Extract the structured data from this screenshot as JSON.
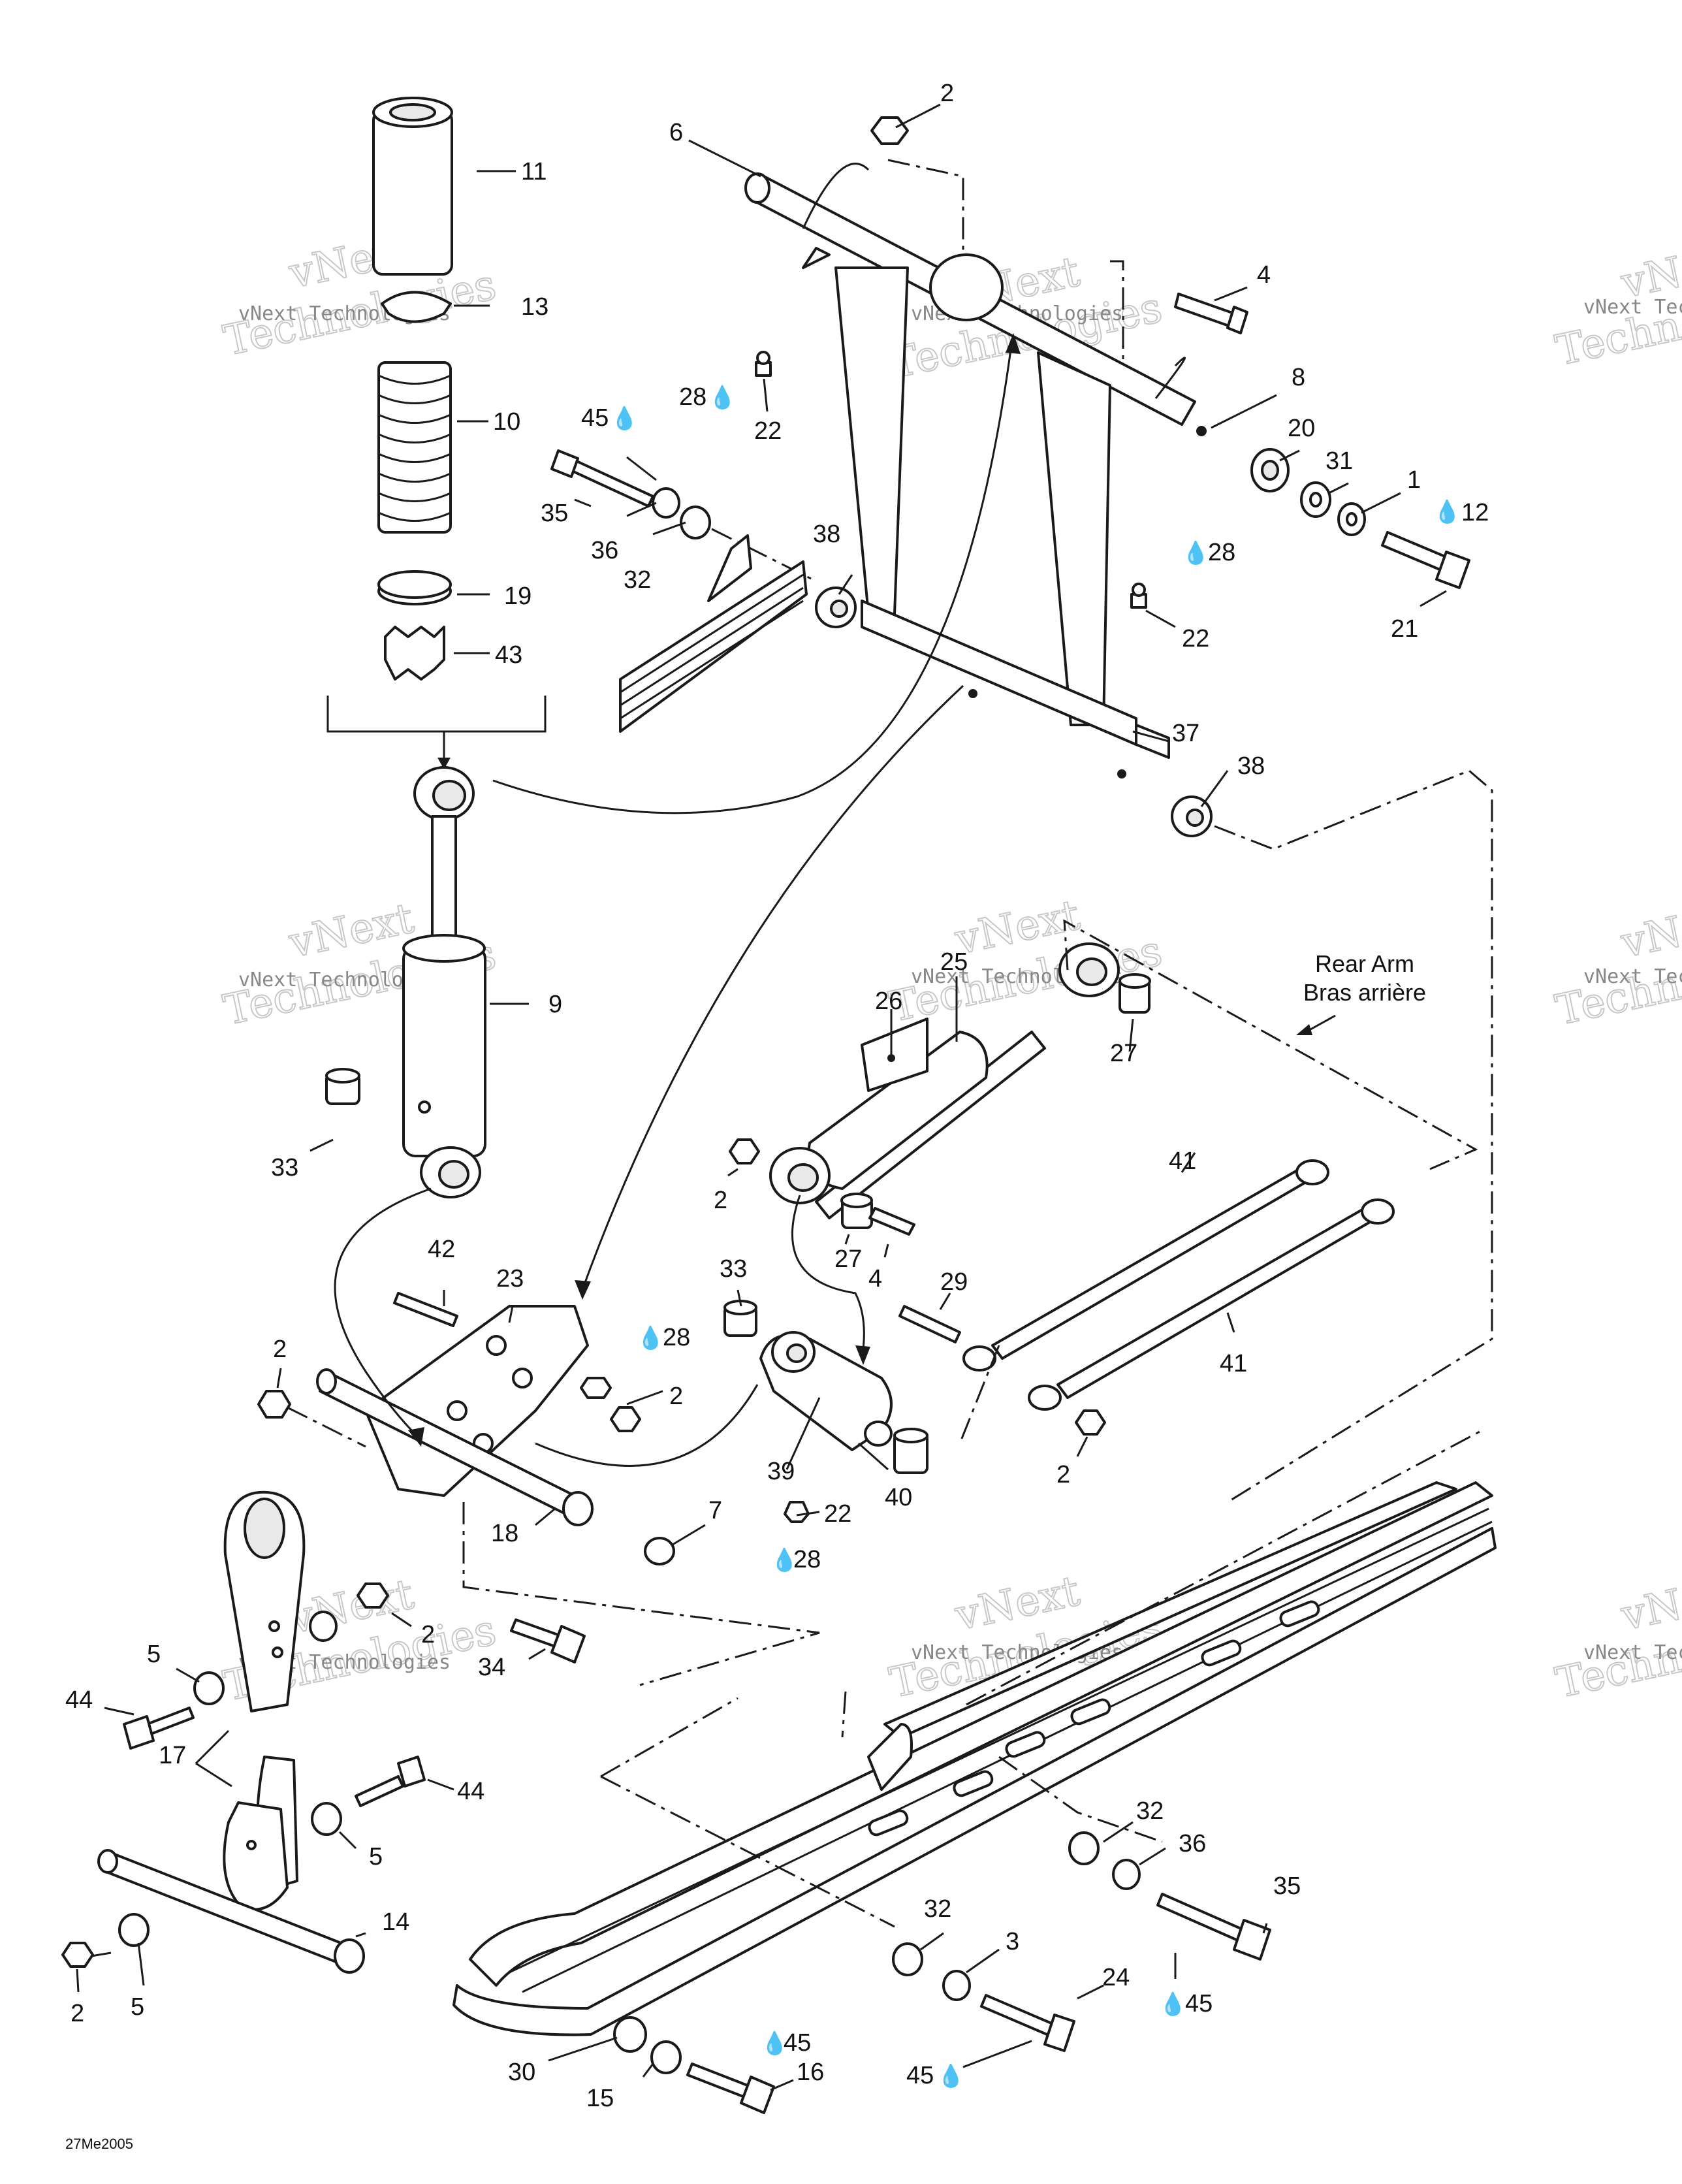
{
  "diagram_code": "27Me2005",
  "rear_arm": {
    "en": "Rear Arm",
    "fr": "Bras arrière"
  },
  "watermark": {
    "line1": "vNext",
    "line2": "Technologies",
    "small": "vNext Technologies"
  },
  "oil_drop_glyph": "💧",
  "callouts": {
    "c1": "1",
    "c2a": "2",
    "c2b": "2",
    "c2c": "2",
    "c2d": "2",
    "c2e": "2",
    "c2f": "2",
    "c2g": "2",
    "c3": "3",
    "c4a": "4",
    "c4b": "4",
    "c5a": "5",
    "c5b": "5",
    "c5c": "5",
    "c6": "6",
    "c7": "7",
    "c8": "8",
    "c9": "9",
    "c10": "10",
    "c11": "11",
    "c12": "12",
    "c13": "13",
    "c14": "14",
    "c15": "15",
    "c16": "16",
    "c17": "17",
    "c18": "18",
    "c19": "19",
    "c20": "20",
    "c21": "21",
    "c22a": "22",
    "c22b": "22",
    "c22c": "22",
    "c23": "23",
    "c24": "24",
    "c25": "25",
    "c26": "26",
    "c27a": "27",
    "c27b": "27",
    "c28a": "28",
    "c28b": "28",
    "c28c": "28",
    "c28d": "28",
    "c29": "29",
    "c30": "30",
    "c31": "31",
    "c32a": "32",
    "c32b": "32",
    "c32c": "32",
    "c33a": "33",
    "c33b": "33",
    "c34": "34",
    "c35a": "35",
    "c35b": "35",
    "c36a": "36",
    "c36b": "36",
    "c37": "37",
    "c38a": "38",
    "c38b": "38",
    "c39": "39",
    "c40": "40",
    "c41a": "41",
    "c41b": "41",
    "c42": "42",
    "c43": "43",
    "c44a": "44",
    "c44b": "44",
    "c45a": "45",
    "c45b": "45",
    "c45c": "45",
    "c45d": "45"
  }
}
